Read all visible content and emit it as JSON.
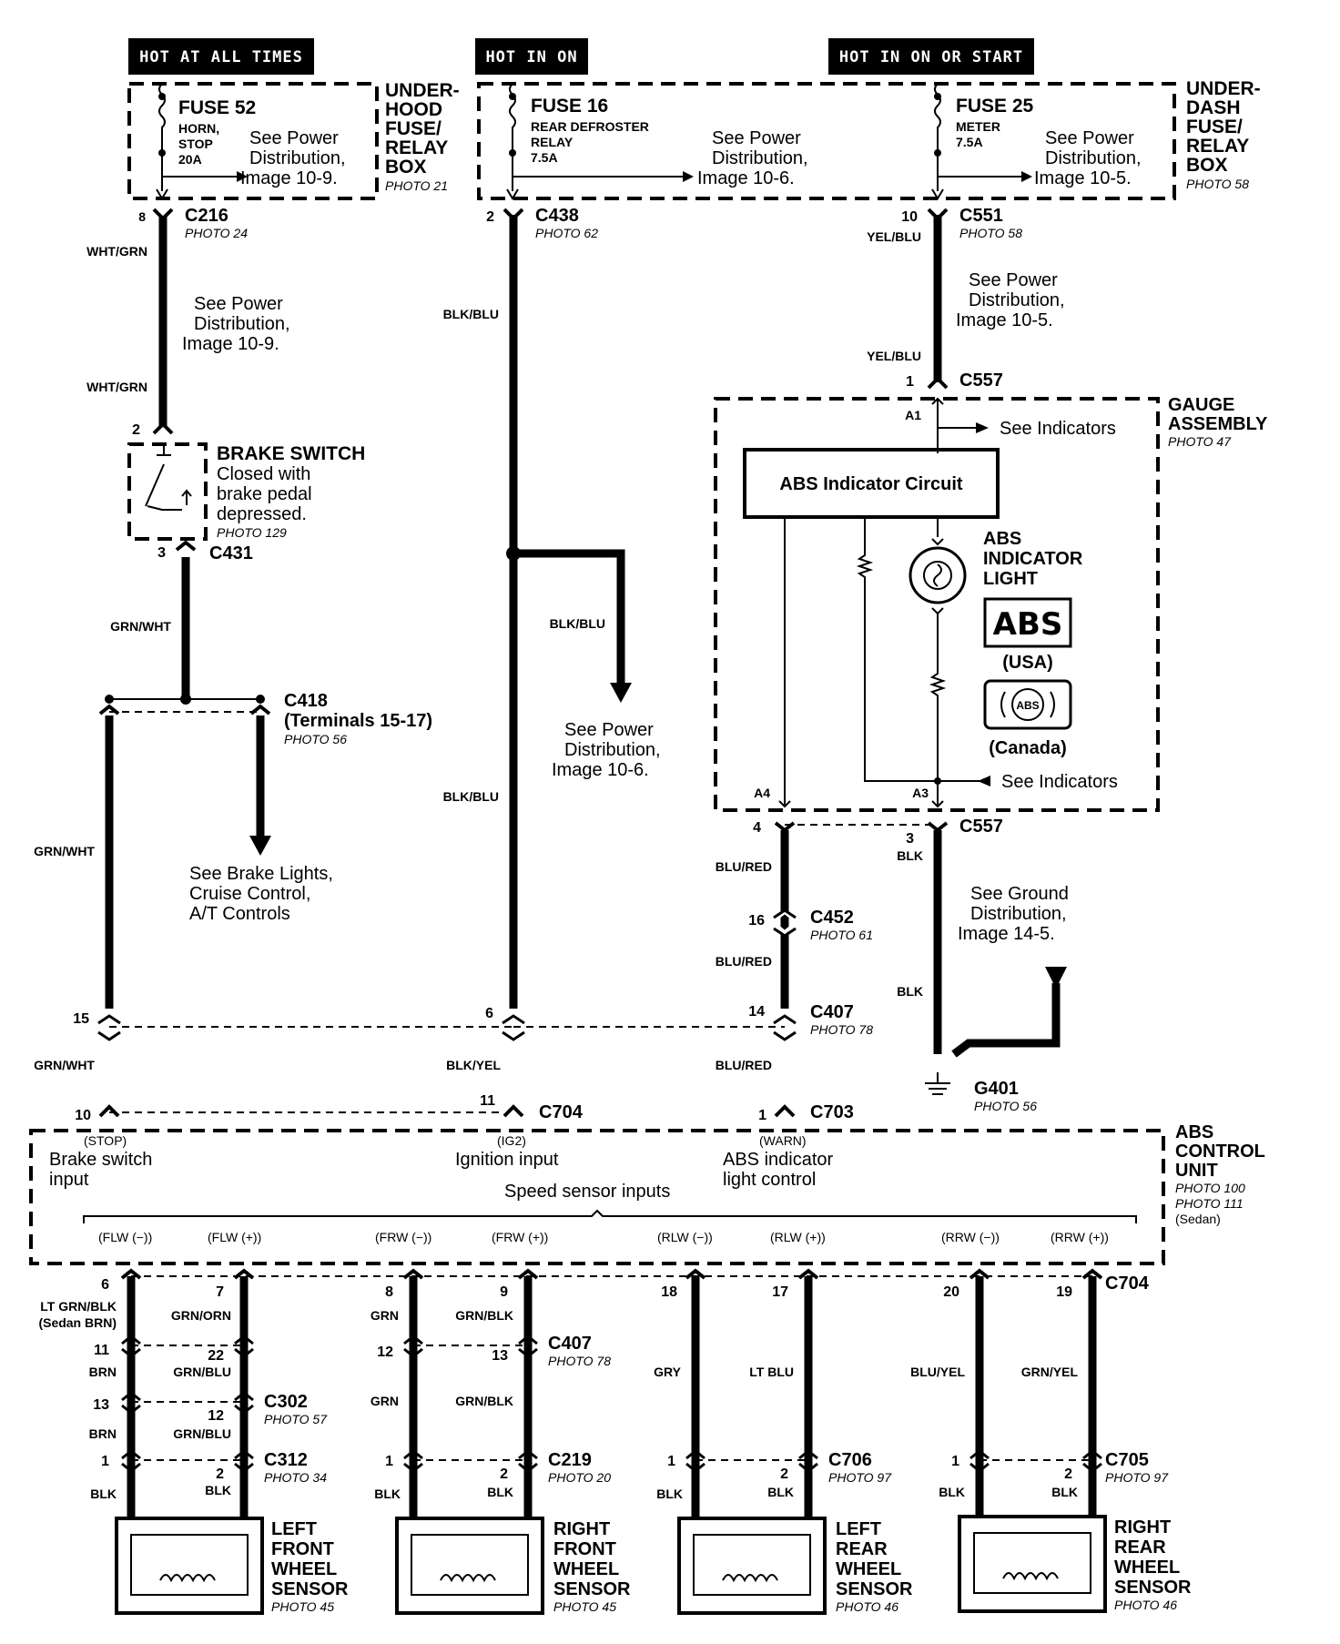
{
  "headers": {
    "hot_all": "HOT AT ALL TIMES",
    "hot_on": "HOT IN ON",
    "hot_on_start": "HOT IN ON OR START"
  },
  "underhood": {
    "title": [
      "UNDER-",
      "HOOD",
      "FUSE/",
      "RELAY",
      "BOX"
    ],
    "photo": "PHOTO 21",
    "fuse": "FUSE 52",
    "fuse_desc": [
      "HORN,",
      "STOP",
      "20A"
    ],
    "see": [
      "See Power",
      "Distribution,",
      "Image 10-9."
    ]
  },
  "fuse16": {
    "fuse": "FUSE 16",
    "fuse_desc": [
      "REAR DEFROSTER",
      "RELAY",
      "7.5A"
    ],
    "see": [
      "See Power",
      "Distribution,",
      "Image 10-6."
    ]
  },
  "underdash": {
    "title": [
      "UNDER-",
      "DASH",
      "FUSE/",
      "RELAY",
      "BOX"
    ],
    "photo": "PHOTO 58",
    "fuse": "FUSE 25",
    "fuse_desc": [
      "METER",
      "7.5A"
    ],
    "see": [
      "See Power",
      "Distribution,",
      "Image 10-5."
    ]
  },
  "connectors": {
    "c216": "C216",
    "c216_photo": "PHOTO 24",
    "c216_pin": "8",
    "c438": "C438",
    "c438_photo": "PHOTO 62",
    "c438_pin": "2",
    "c551": "C551",
    "c551_photo": "PHOTO 58",
    "c551_pin": "10",
    "c557_top": "C557",
    "c557_top_pin": "1",
    "c557_bot": "C557",
    "c557_pin4": "4",
    "c557_pin3": "3",
    "c431": "C431",
    "c431_pin": "3",
    "brake_pin2": "2",
    "c418": "C418",
    "c418_sub": "(Terminals 15-17)",
    "c418_photo": "PHOTO 56",
    "c452": "C452",
    "c452_photo": "PHOTO 61",
    "c452_pin": "16",
    "c407": "C407",
    "c407_photo": "PHOTO 78",
    "c407_pin15": "15",
    "c407_pin6": "6",
    "c407_pin14": "14",
    "c704": "C704",
    "c704_pin10": "10",
    "c704_pin11": "11",
    "c703": "C703",
    "c703_pin": "1",
    "g401": "G401",
    "g401_photo": "PHOTO 56"
  },
  "wires": {
    "wht_grn_1": "WHT/GRN",
    "wht_grn_2": "WHT/GRN",
    "blk_blu_1": "BLK/BLU",
    "blk_blu_2": "BLK/BLU",
    "blk_blu_3": "BLK/BLU",
    "yel_blu_1": "YEL/BLU",
    "yel_blu_2": "YEL/BLU",
    "grn_wht_1": "GRN/WHT",
    "grn_wht_2": "GRN/WHT",
    "grn_wht_3": "GRN/WHT",
    "blk_yel": "BLK/YEL",
    "blu_red_1": "BLU/RED",
    "blu_red_2": "BLU/RED",
    "blu_red_3": "BLU/RED",
    "blk_1": "BLK",
    "blk_2": "BLK"
  },
  "notes": {
    "see_power_109": [
      "See Power",
      "Distribution,",
      "Image 10-9."
    ],
    "see_power_105": [
      "See Power",
      "Distribution,",
      "Image 10-5."
    ],
    "see_power_106": [
      "See Power",
      "Distribution,",
      "Image 10-6."
    ],
    "see_brake": [
      "See Brake Lights,",
      "Cruise Control,",
      "A/T Controls"
    ],
    "see_ground": [
      "See Ground",
      "Distribution,",
      "Image 14-5."
    ]
  },
  "brake_switch": {
    "title": "BRAKE SWITCH",
    "desc": [
      "Closed with",
      "brake pedal",
      "depressed."
    ],
    "photo": "PHOTO 129"
  },
  "gauge": {
    "title": [
      "GAUGE",
      "ASSEMBLY"
    ],
    "photo": "PHOTO 47",
    "circuit": "ABS Indicator Circuit",
    "a1": "A1",
    "a3": "A3",
    "a4": "A4",
    "see_ind_1": "See Indicators",
    "see_ind_2": "See Indicators",
    "light": [
      "ABS",
      "INDICATOR",
      "LIGHT"
    ],
    "abs_logo": "ABS",
    "usa": "(USA)",
    "abs_circle": "ABS",
    "canada": "(Canada)"
  },
  "abs_unit": {
    "title": [
      "ABS",
      "CONTROL",
      "UNIT"
    ],
    "photos": [
      "PHOTO 100",
      "PHOTO 111",
      "(Sedan)"
    ],
    "stop": "(STOP)",
    "brake_input": [
      "Brake switch",
      "input"
    ],
    "ig2": "(IG2)",
    "ign_input": "Ignition input",
    "warn": "(WARN)",
    "warn_input": [
      "ABS indicator",
      "light control"
    ],
    "speed": "Speed sensor inputs",
    "flw_m": "(FLW (−))",
    "flw_p": "(FLW (+))",
    "frw_m": "(FRW (−))",
    "frw_p": "(FRW (+))",
    "rlw_m": "(RLW (−))",
    "rlw_p": "(RLW (+))",
    "rrw_m": "(RRW (−))",
    "rrw_p": "(RRW (+))"
  },
  "sensors": {
    "lf": {
      "pins_top": [
        "6",
        "7"
      ],
      "pins_mid": [
        "11",
        "22"
      ],
      "pins_c302": [
        "13",
        "12"
      ],
      "pins_c312": [
        "1",
        "2"
      ],
      "w_top": [
        "LT GRN/BLK",
        "(Sedan BRN)",
        "GRN/ORN"
      ],
      "w_mid": [
        "BRN",
        "GRN/BLU"
      ],
      "w_low": [
        "BRN",
        "GRN/BLU"
      ],
      "w_end": [
        "BLK",
        "BLK"
      ],
      "c302": "C302",
      "c302_photo": "PHOTO 57",
      "c312": "C312",
      "c312_photo": "PHOTO 34",
      "name": [
        "LEFT",
        "FRONT",
        "WHEEL",
        "SENSOR"
      ],
      "photo": "PHOTO 45"
    },
    "rf": {
      "pins_top": [
        "8",
        "9"
      ],
      "pins_mid": [
        "12",
        "13"
      ],
      "pins_end": [
        "1",
        "2"
      ],
      "w_top": [
        "GRN",
        "GRN/BLK"
      ],
      "w_mid": [
        "GRN",
        "GRN/BLK"
      ],
      "w_end": [
        "BLK",
        "BLK"
      ],
      "c407": "C407",
      "c407_photo": "PHOTO 78",
      "c219": "C219",
      "c219_photo": "PHOTO 20",
      "name": [
        "RIGHT",
        "FRONT",
        "WHEEL",
        "SENSOR"
      ],
      "photo": "PHOTO 45"
    },
    "lr": {
      "pins_top": [
        "18",
        "17"
      ],
      "pins_end": [
        "1",
        "2"
      ],
      "w_mid": [
        "GRY",
        "LT BLU"
      ],
      "w_end": [
        "BLK",
        "BLK"
      ],
      "c706": "C706",
      "c706_photo": "PHOTO 97",
      "name": [
        "LEFT",
        "REAR",
        "WHEEL",
        "SENSOR"
      ],
      "photo": "PHOTO 46"
    },
    "rr": {
      "pins_top": [
        "20",
        "19"
      ],
      "pins_end": [
        "1",
        "2"
      ],
      "w_mid": [
        "BLU/YEL",
        "GRN/YEL"
      ],
      "w_end": [
        "BLK",
        "BLK"
      ],
      "c704": "C704",
      "c705": "C705",
      "c705_photo": "PHOTO 97",
      "name": [
        "RIGHT",
        "REAR",
        "WHEEL",
        "SENSOR"
      ],
      "photo": "PHOTO 46"
    }
  }
}
